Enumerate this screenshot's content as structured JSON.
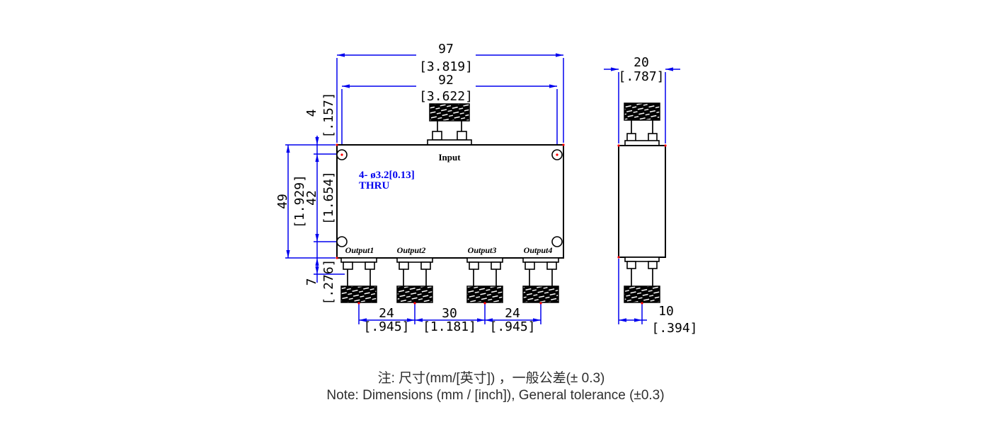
{
  "front_view": {
    "input_label": "Input",
    "outputs": [
      "Output1",
      "Output2",
      "Output3",
      "Output4"
    ],
    "callout": {
      "line1": "4- ø3.2[0.13]",
      "line2": "THRU"
    },
    "dim_overall_width": {
      "mm": "97",
      "inch": "[3.819]"
    },
    "dim_hole_spacing_h": {
      "mm": "92",
      "inch": "[3.622]"
    },
    "dim_edge_to_hole": {
      "mm": "4",
      "inch": "[.157]"
    },
    "dim_overall_height": {
      "mm": "49",
      "inch": "[1.929]"
    },
    "dim_hole_spacing_v": {
      "mm": "42",
      "inch": "[1.654]"
    },
    "dim_connector_height": {
      "mm": "7",
      "inch": "[.276]"
    },
    "dim_output_pitch_left": {
      "mm": "24",
      "inch": "[.945]"
    },
    "dim_output_pitch_mid": {
      "mm": "30",
      "inch": "[1.181]"
    },
    "dim_output_pitch_right": {
      "mm": "24",
      "inch": "[.945]"
    }
  },
  "side_view": {
    "dim_depth": {
      "mm": "20",
      "inch": "[.787]"
    },
    "dim_connector_offset": {
      "mm": "10",
      "inch": "[.394]"
    }
  },
  "notes": {
    "zh": "注: 尺寸(mm/[英寸]) ，一般公差(± 0.3)",
    "en": "Note: Dimensions (mm / [inch]), General tolerance (±0.3)"
  },
  "colors": {
    "dimension_blue": "#0000ee",
    "drawing_black": "#000000",
    "defpoint_red": "#ff0000",
    "background": "#ffffff"
  }
}
